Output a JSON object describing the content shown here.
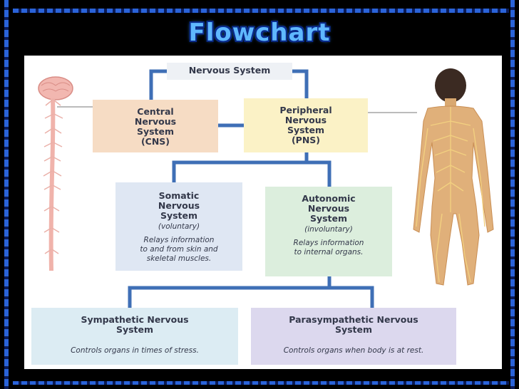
{
  "title": "Flowchart",
  "nodes": {
    "nervous_system": {
      "title": "Nervous System"
    },
    "cns": {
      "title": "Central\nNervous\nSystem\n(CNS)"
    },
    "pns": {
      "title": "Peripheral\nNervous\nSystem\n(PNS)"
    },
    "somatic": {
      "title": "Somatic\nNervous\nSystem",
      "qualifier": "(voluntary)",
      "description": "Relays information\nto and from skin and\nskeletal muscles."
    },
    "autonomic": {
      "title": "Autonomic\nNervous\nSystem",
      "qualifier": "(involuntary)",
      "description": "Relays information\nto internal organs."
    },
    "sympathetic": {
      "title": "Sympathetic Nervous\nSystem",
      "description": "Controls organs in times of stress."
    },
    "parasympathetic": {
      "title": "Parasympathetic Nervous\nSystem",
      "description": "Controls organs when body is at rest."
    }
  },
  "colors": {
    "connector": "#3f6fb6",
    "title_fill": "#5fb8ff",
    "title_outline": "#0a2a8a",
    "background": "#000000"
  },
  "images": {
    "left": "brain-spinal-cord-illustration",
    "right": "human-body-nerves-illustration"
  }
}
